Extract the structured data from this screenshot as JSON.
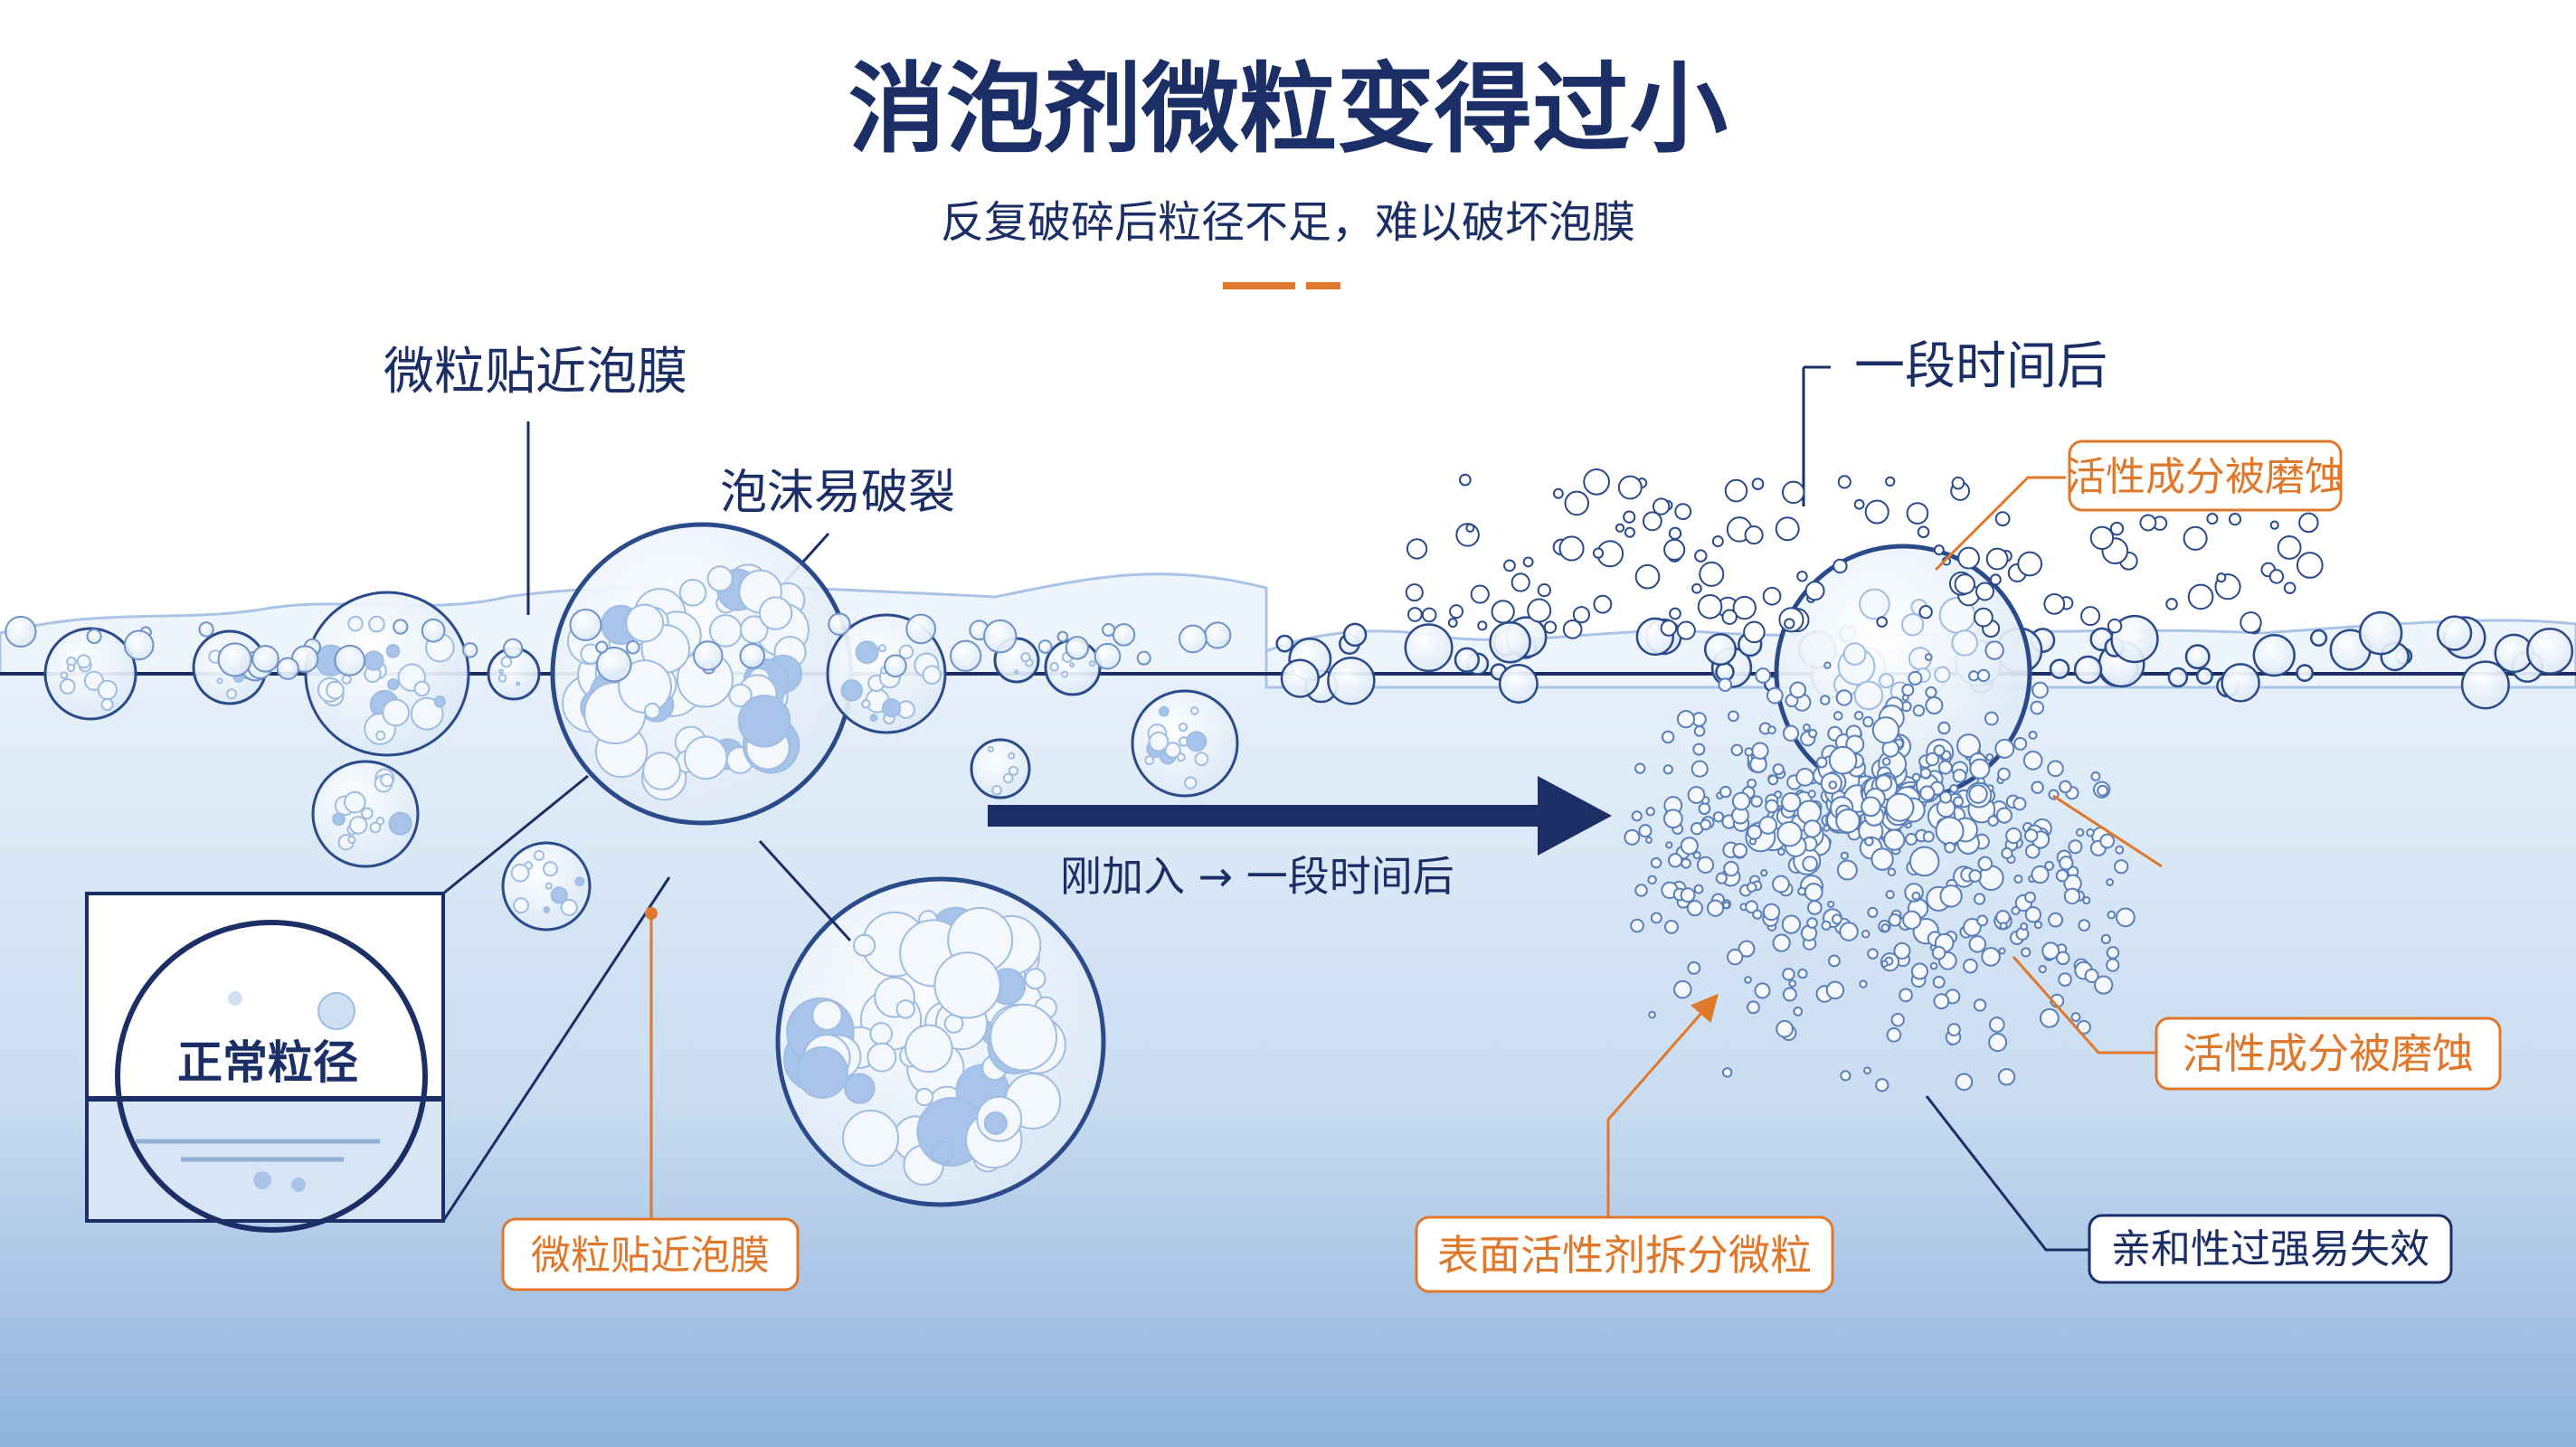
{
  "title": "消泡剂微粒变得过小",
  "subtitle": "反复破碎后粒径不足，难以破坏泡膜",
  "colors": {
    "navy": "#1b2f66",
    "orange": "#e0782c",
    "bubble_stroke": "#2a4a8a",
    "water_top": "#e3eef9",
    "water_bottom": "#8fb3dd"
  },
  "left": {
    "label_top": "微粒贴近泡膜",
    "label_foam": "泡沫易破裂",
    "inset_label": "正常粒径",
    "callout": "微粒贴近泡膜"
  },
  "middle": {
    "arrow_label": "刚加入 → 一段时间后"
  },
  "right": {
    "label_top": "一段时间后",
    "callout_1": "活性成分被磨蚀",
    "callout_2": "活性成分被磨蚀",
    "callout_3": "表面活性剂拆分微粒",
    "callout_4": "亲和性过强易失效"
  }
}
